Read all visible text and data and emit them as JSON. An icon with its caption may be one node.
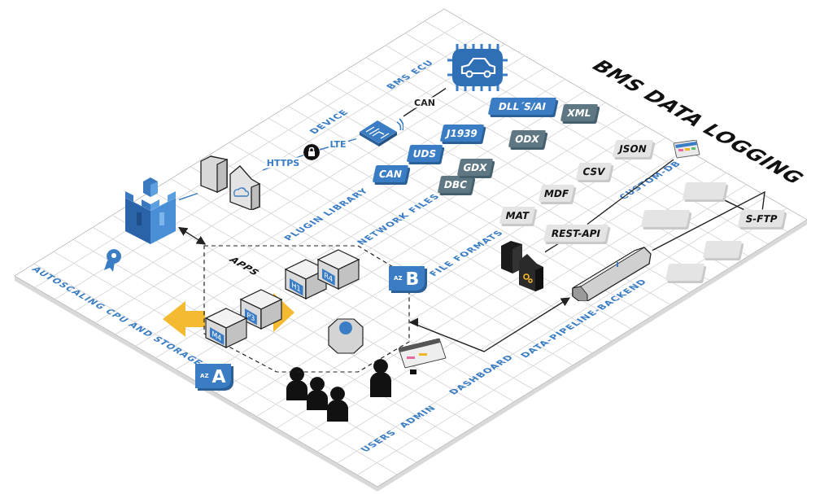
{
  "diagram": {
    "title": "BMS DATA LOGGING",
    "nodes": [
      {
        "text": [],
        "shape": "picture"
      },
      {
        "text": [],
        "shape": "picture"
      },
      {
        "text": [],
        "shape": "circle"
      },
      {
        "text": [],
        "shape": "picture",
        "beside": [
          "DEVICE"
        ]
      },
      {
        "text": [],
        "shape": "picture",
        "beside": [
          "BMS ECU"
        ]
      },
      {
        "text": [
          "CAN"
        ]
      },
      {
        "text": [
          "UDS"
        ]
      },
      {
        "text": [
          "J1939"
        ]
      },
      {
        "text": [
          "DLL´S/AI"
        ]
      },
      {
        "text": [
          "DBC"
        ]
      },
      {
        "text": [
          "GDX"
        ]
      },
      {
        "text": [
          "ODX"
        ]
      },
      {
        "text": [
          "XML"
        ]
      },
      {
        "text": [
          "MAT"
        ]
      },
      {
        "text": [
          "MDF"
        ]
      },
      {
        "text": [
          "CSV"
        ]
      },
      {
        "text": [
          "JSON"
        ]
      },
      {
        "text": [],
        "shape": "picture",
        "beside": [
          "CUSTOM-DB"
        ]
      },
      {
        "text": [
          "REST-API"
        ]
      },
      {
        "text": [],
        "shape": "box"
      },
      {
        "text": [],
        "shape": "box"
      },
      {
        "text": [
          "S-FTP"
        ]
      },
      {
        "text": [],
        "shape": "box"
      },
      {
        "text": [],
        "shape": "box"
      },
      {
        "text": [],
        "shape": "picture"
      },
      {
        "text": [],
        "shape": "cylinder",
        "beside": [
          "DATA-PIPELINE-BACKEND"
        ]
      },
      {
        "text": [
          "APPS"
        ]
      },
      {
        "text": [
          "H1"
        ],
        "in": 26
      },
      {
        "text": [
          "R4"
        ],
        "in": 26
      },
      {
        "text": [
          "P3"
        ],
        "in": 26
      },
      {
        "text": [
          "M4"
        ],
        "in": 26
      },
      {
        "text": [
          "AZ",
          "B"
        ]
      },
      {
        "text": [
          "AZ",
          "A"
        ]
      }
    ],
    "edges": [
      {
        "from": 0,
        "to": 1,
        "arrow": "none",
        "color": "#3b7dc4"
      },
      {
        "from": 1,
        "to": 2,
        "arrow": "none",
        "label": "HTTPS",
        "color": "#3b7dc4"
      },
      {
        "from": 2,
        "to": 3,
        "arrow": "none",
        "label": "LTE",
        "color": "#3b7dc4"
      },
      {
        "from": 3,
        "to": 4,
        "arrow": "none",
        "label": "CAN"
      },
      {
        "from": 0,
        "to": 26,
        "arrow": "both"
      },
      {
        "from": 24,
        "to": 18,
        "arrow": "none"
      },
      {
        "from": 18,
        "to": 17,
        "arrow": "none"
      },
      {
        "from": 25,
        "to": 21,
        "arrow": "none"
      },
      {
        "from": 20,
        "to": 21,
        "arrow": "none"
      },
      {
        "from": 26,
        "to": 25,
        "arrow": "both"
      }
    ],
    "labels": [
      "AUTOSCALING CPU AND STORAGE",
      "PLUGIN LIBRARY",
      "NETWORK FILES",
      "FILE FORMATS",
      "USERS",
      "ADMIN",
      "DASHBOARD"
    ]
  }
}
